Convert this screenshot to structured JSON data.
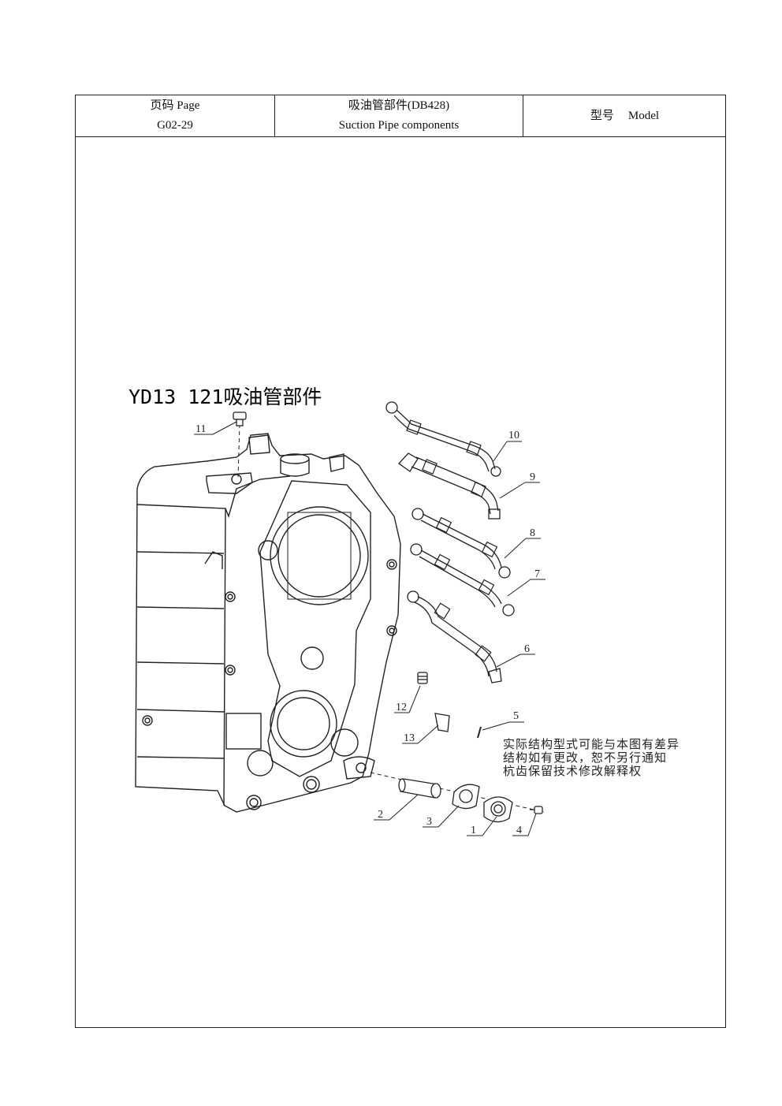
{
  "header": {
    "page_label": "页码 Page",
    "page_number": "G02-29",
    "title_cn": "吸油管部件(DB428)",
    "title_en": "Suction Pipe components",
    "model_cn": "型号",
    "model_en": "Model"
  },
  "drawing": {
    "title": "YD13 121吸油管部件",
    "callouts": [
      "1",
      "2",
      "3",
      "4",
      "5",
      "6",
      "7",
      "8",
      "9",
      "10",
      "11",
      "12",
      "13"
    ],
    "note_lines": [
      "实际结构型式可能与本图有差异",
      "结构如有更改，恕不另行通知",
      "杭齿保留技术修改解释权"
    ]
  }
}
